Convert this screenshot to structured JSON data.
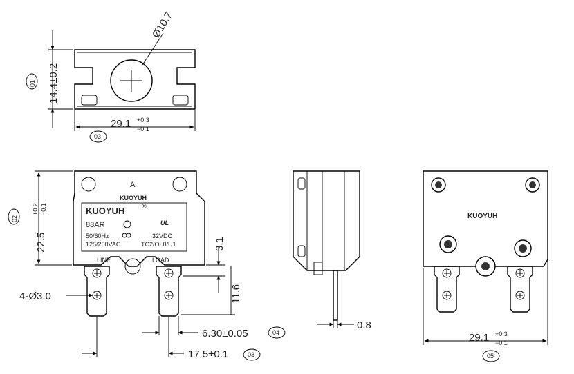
{
  "top_view": {
    "diameter": "Ø10.7",
    "height_dim": "14.4±0.2",
    "height_ref": "01",
    "width_base": "29.1",
    "width_tol_plus": "+0.3",
    "width_tol_minus": "−0.1",
    "width_ref": "03"
  },
  "front_view": {
    "letter": "A",
    "brand_top": "KUOYUH",
    "label_brand": "KUOYUH",
    "reg_mark": "®",
    "model": "88AR",
    "freq": "50/60Hz",
    "voltage_ac": "125/250VAC",
    "voltage_dc": "32VDC",
    "rating": "TC2/OL0/U1",
    "cert_ul": "UL",
    "line_label": "LINE",
    "load_label": "LOAD",
    "height_dim_base": "22.5",
    "height_tol_plus": "+0.2",
    "height_tol_minus": "−0.1",
    "height_ref": "02",
    "offset_dim": "3.1",
    "terminal_dim": "11.6",
    "hole_dim": "4-Ø3.0",
    "terminal_width": "6.30±0.05",
    "terminal_width_ref": "04",
    "pitch_dim": "17.5±0.1",
    "pitch_ref": "03"
  },
  "side_view": {
    "thickness_dim": "0.8"
  },
  "back_view": {
    "brand": "KUOYUH",
    "width_base": "29.1",
    "width_tol_plus": "+0.3",
    "width_tol_minus": "−0.1",
    "width_ref": "05"
  }
}
